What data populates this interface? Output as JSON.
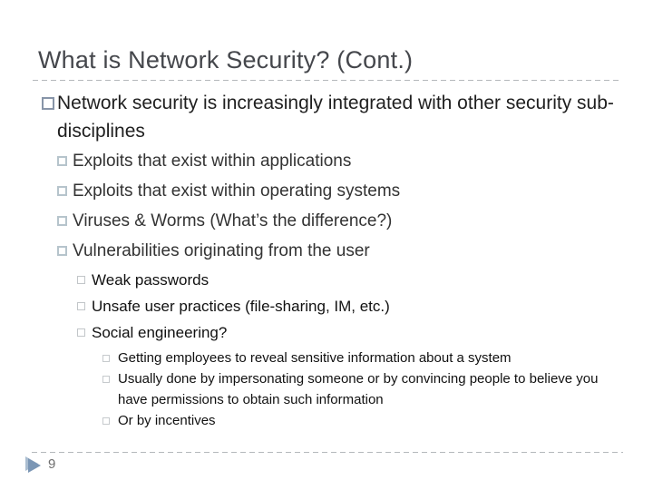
{
  "slide": {
    "title": "What is Network Security? (Cont.)",
    "page_number": "9"
  },
  "content": {
    "l1": "Network security is increasingly integrated with other security sub-disciplines",
    "l2": [
      "Exploits that exist within applications",
      "Exploits that exist within operating systems",
      "Viruses & Worms (What’s the difference?)",
      "Vulnerabilities originating from the user"
    ],
    "l3": [
      "Weak passwords",
      "Unsafe user practices (file-sharing, IM, etc.)",
      "Social engineering?"
    ],
    "l4": [
      "Getting employees to reveal sensitive information about a system",
      "Usually done by impersonating someone or by convincing people to believe you have permissions to obtain such information",
      "Or by incentives"
    ]
  },
  "colors": {
    "title_text": "#45474c",
    "body_text": "#1f1f1f",
    "divider": "#b4b8bb",
    "bullet_l1_outline": "#8895a8",
    "bullet_l2_outline": "#b6c4cc",
    "bullet_l3_outline": "#c2c6c9",
    "bullet_l4_outline": "#c6cacd",
    "footer_triangle_front": "#7b96b5",
    "footer_triangle_back": "#aabdd0",
    "page_number_text": "#6e6e6e"
  }
}
